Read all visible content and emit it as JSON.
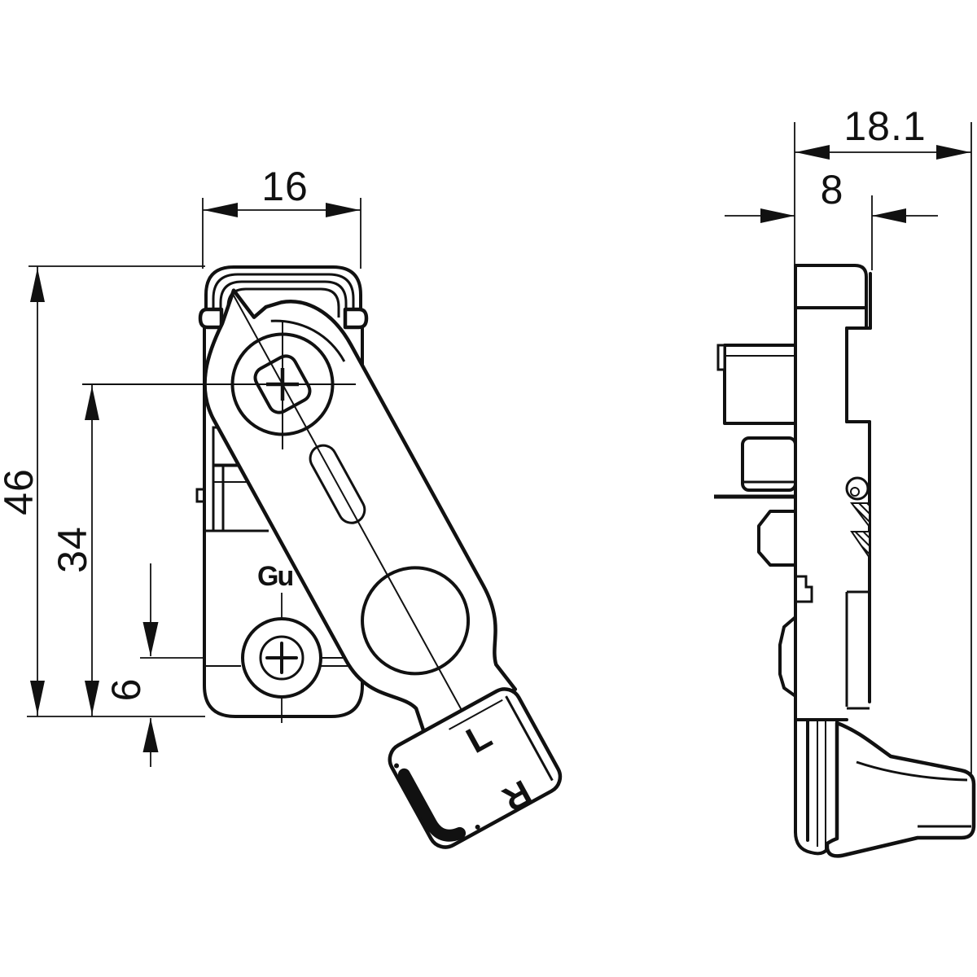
{
  "colors": {
    "ink": "#111111",
    "background": "#ffffff"
  },
  "front_view": {
    "dim_width": "16",
    "dim_total_height": "46",
    "dim_spindle_height": "34",
    "dim_screw_offset": "6",
    "manufacturer_logo": "Gu",
    "knob_letters": {
      "left": "L",
      "right": "R"
    }
  },
  "side_view": {
    "dim_total_depth": "18.1",
    "dim_body_depth": "8"
  }
}
